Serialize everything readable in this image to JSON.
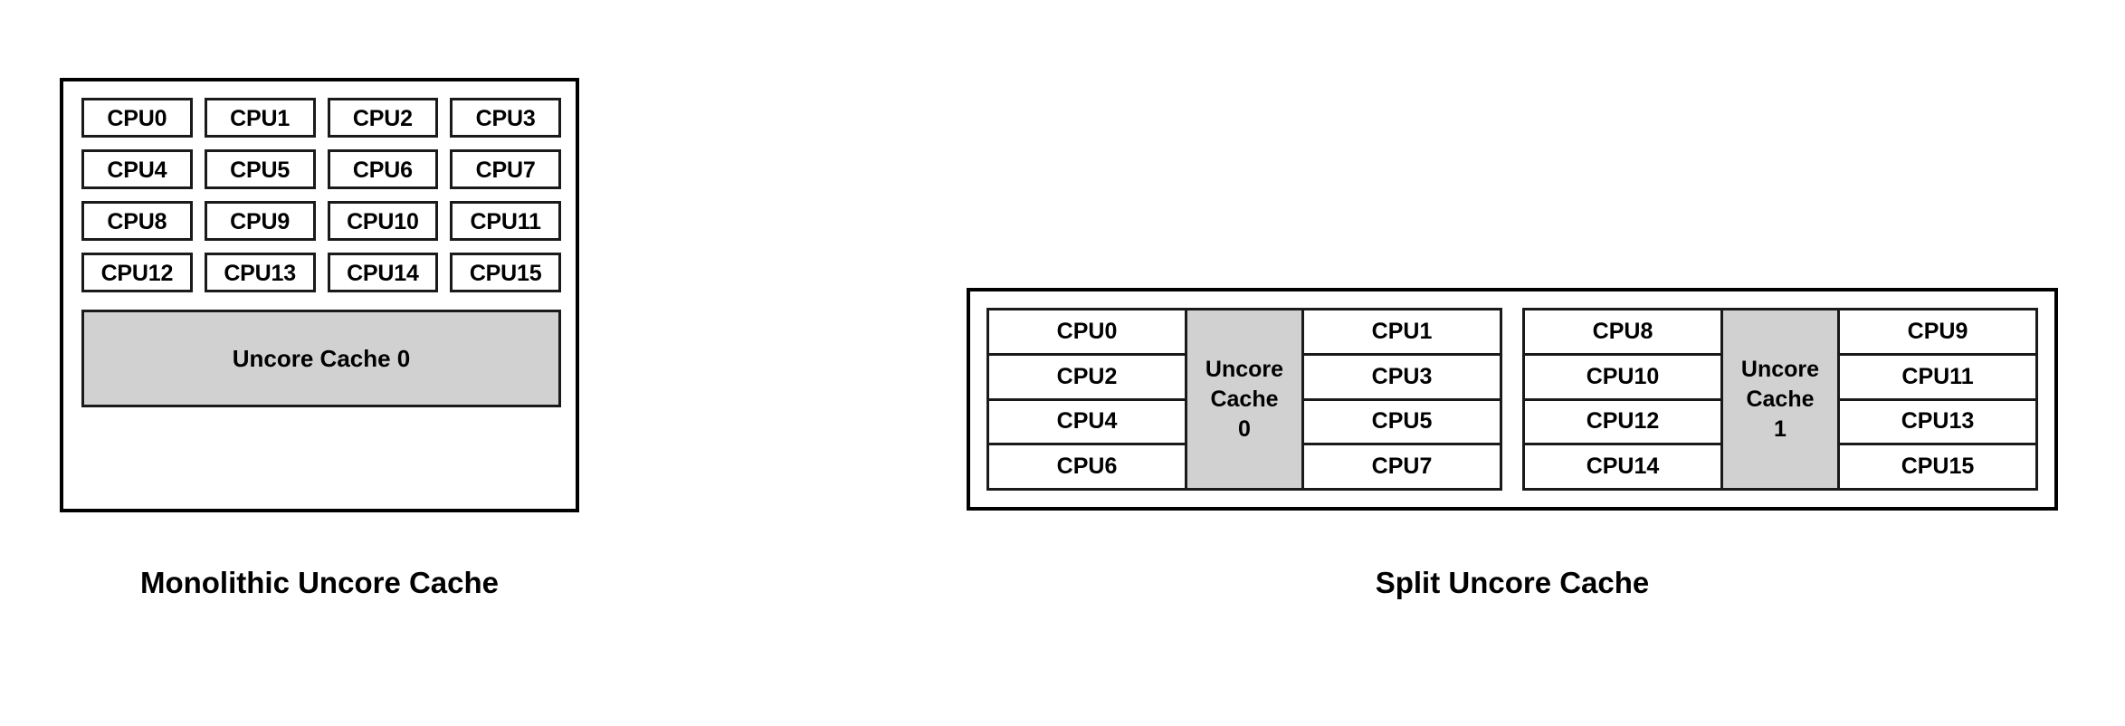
{
  "diagram": {
    "background_color": "#ffffff",
    "line_color": "#1a1a1a",
    "cache_fill_color": "#d1d1d1",
    "text_color": "#000000"
  },
  "monolithic": {
    "caption": "Monolithic Uncore Cache",
    "cpus": [
      "CPU0",
      "CPU1",
      "CPU2",
      "CPU3",
      "CPU4",
      "CPU5",
      "CPU6",
      "CPU7",
      "CPU8",
      "CPU9",
      "CPU10",
      "CPU11",
      "CPU12",
      "CPU13",
      "CPU14",
      "CPU15"
    ],
    "cache_label": "Uncore Cache 0"
  },
  "split": {
    "caption": "Split Uncore Cache",
    "clusters": [
      {
        "left_cpus": [
          "CPU0",
          "CPU2",
          "CPU4",
          "CPU6"
        ],
        "cache_line1": "Uncore",
        "cache_line2": "Cache",
        "cache_line3": "0",
        "right_cpus": [
          "CPU1",
          "CPU3",
          "CPU5",
          "CPU7"
        ]
      },
      {
        "left_cpus": [
          "CPU8",
          "CPU10",
          "CPU12",
          "CPU14"
        ],
        "cache_line1": "Uncore",
        "cache_line2": "Cache",
        "cache_line3": "1",
        "right_cpus": [
          "CPU9",
          "CPU11",
          "CPU13",
          "CPU15"
        ]
      }
    ]
  }
}
